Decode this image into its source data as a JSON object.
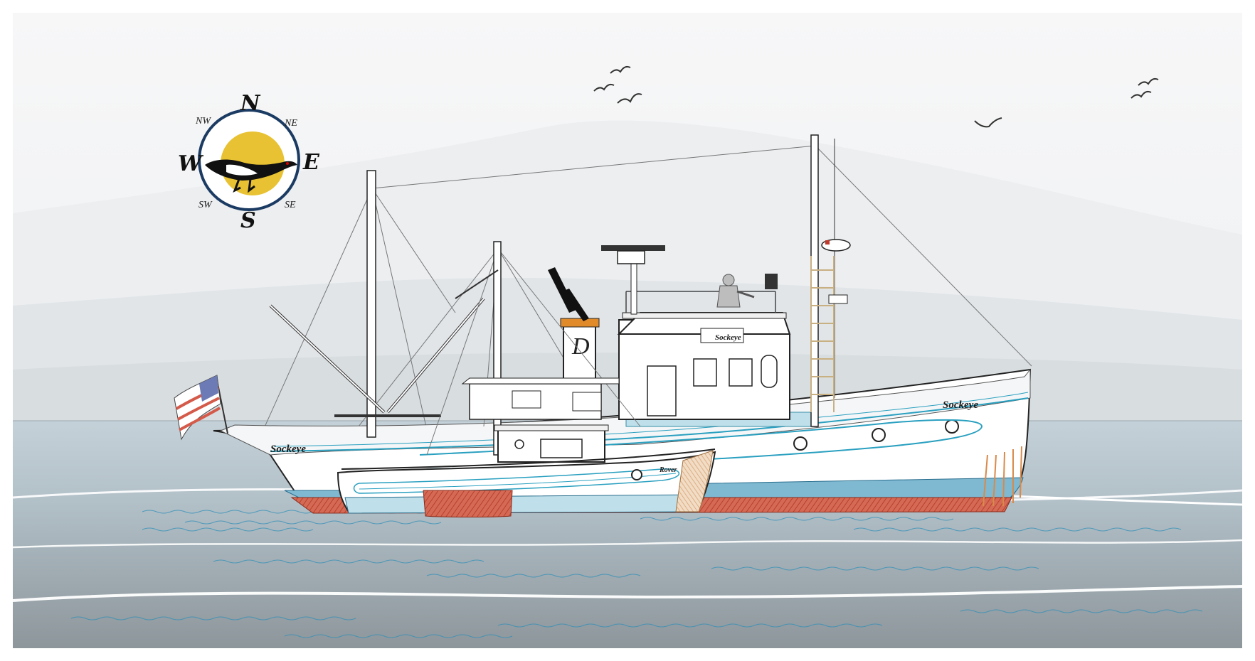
{
  "compass": {
    "n": "N",
    "s": "S",
    "e": "E",
    "w": "W",
    "ne": "NE",
    "nw": "NW",
    "se": "SE",
    "sw": "SW"
  },
  "boats": {
    "large_hull_name": "Sockeye",
    "large_bow_name": "Sockeye",
    "large_cabin_name": "Sockeye",
    "small_hull_name": "Rover"
  },
  "colors": {
    "sky": "#f2f3f4",
    "fog": "#e2e6e8",
    "sea_top": "#b7c6cf",
    "sea_bottom": "#8f989d",
    "hull_trim": "#2aa0c0",
    "bottom_paint": "#c8503a",
    "sun": "#e8c232",
    "wave": "#2f8fb8"
  },
  "icons": [
    "compass-rose-icon",
    "loon-bird-icon",
    "us-flag-icon",
    "seagull-icon"
  ]
}
